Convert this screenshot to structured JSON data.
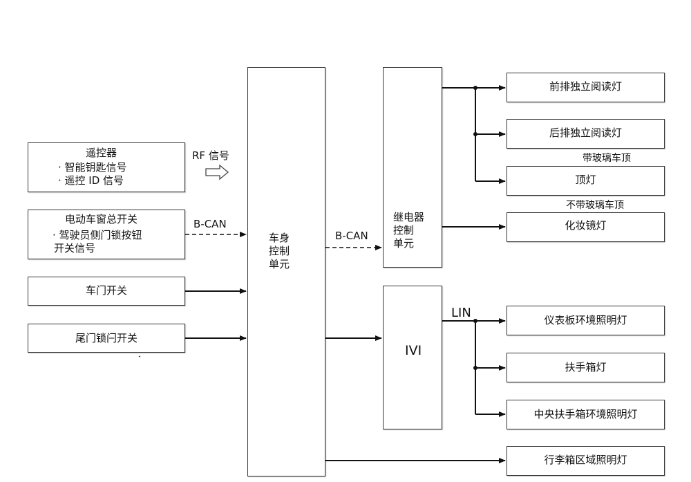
{
  "inputs": {
    "remote": {
      "title": "遥控器",
      "line1": "· 智能钥匙信号",
      "line2": "· 遥控 ID 信号"
    },
    "window_switch": {
      "title": "电动车窗总开关",
      "line1": "· 驾驶员侧门锁按钮",
      "line2": "开关信号"
    },
    "door_switch": "车门开关",
    "tailgate_switch": "尾门锁闩开关"
  },
  "signals": {
    "rf": "RF 信号",
    "bcan_in": "B-CAN",
    "bcan_out": "B-CAN",
    "lin": "LIN"
  },
  "bcm": {
    "line1": "车身",
    "line2": "控制",
    "line3": "单元"
  },
  "relay": {
    "line1": "继电器",
    "line2": "控制",
    "line3": "单元"
  },
  "ivi": "IVI",
  "outputs": {
    "front_reading": "前排独立阅读灯",
    "rear_reading": "后排独立阅读灯",
    "dome": "顶灯",
    "vanity": "化妆镜灯",
    "dash_ambient": "仪表板环境照明灯",
    "armrest": "扶手箱灯",
    "center_armrest_ambient": "中央扶手箱环境照明灯",
    "trunk": "行李箱区域照明灯"
  },
  "conditions": {
    "with_glass_roof": "带玻璃车顶",
    "without_glass_roof": "不带玻璃车顶"
  }
}
